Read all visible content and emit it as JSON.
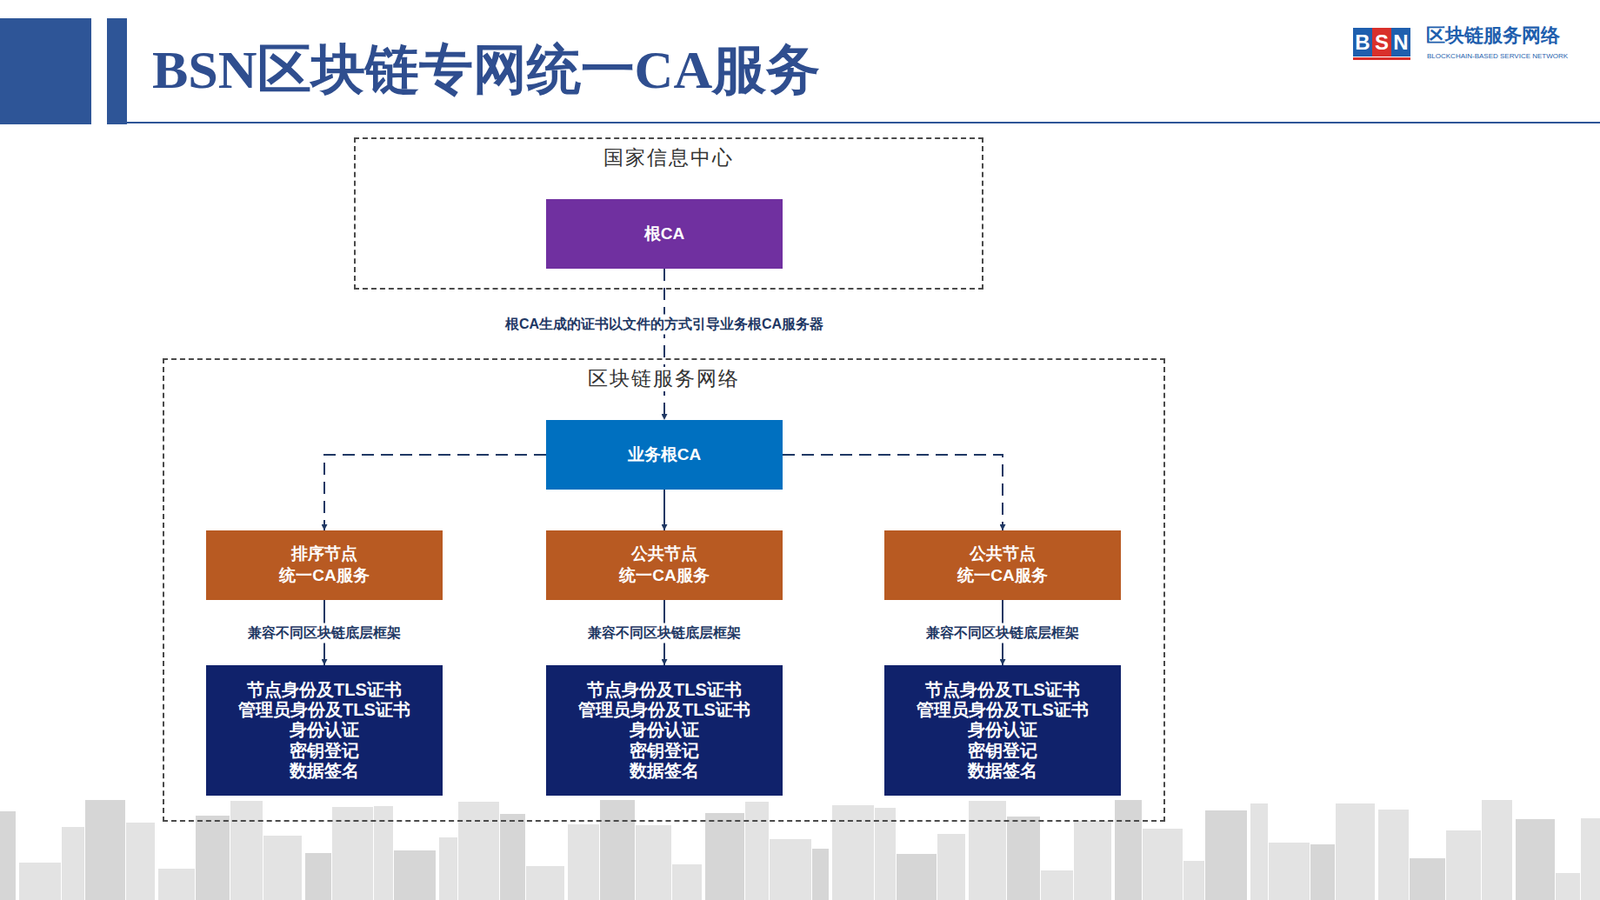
{
  "diagram": {
    "title": "BSN区块链专网统一CA服务",
    "nodes": [
      {
        "text": [
          "国家信息中心"
        ]
      },
      {
        "text": [
          "根CA"
        ],
        "in": 0
      },
      {
        "text": [
          "区块链服务网络"
        ]
      },
      {
        "text": [
          "业务根CA"
        ],
        "in": 2
      },
      {
        "text": [
          "排序节点 统一CA服务"
        ],
        "in": 2
      },
      {
        "text": [
          "公共节点 统一CA服务"
        ],
        "in": 2
      },
      {
        "text": [
          "公共节点 统一CA服务"
        ],
        "in": 2
      },
      {
        "text": [
          "节点身份及TLS证书",
          "管理员身份及TLS证书",
          "身份认证",
          "密钥登记",
          "数据签名"
        ],
        "in": 2
      },
      {
        "text": [
          "节点身份及TLS证书",
          "管理员身份及TLS证书",
          "身份认证",
          "密钥登记",
          "数据签名"
        ],
        "in": 2
      },
      {
        "text": [
          "节点身份及TLS证书",
          "管理员身份及TLS证书",
          "身份认证",
          "密钥登记",
          "数据签名"
        ],
        "in": 2
      }
    ],
    "edges": [
      {
        "from": 1,
        "to": 3,
        "arrow": "to",
        "label": "根CA生成的证书以文件的方式引导业务根CA服务器"
      },
      {
        "from": 3,
        "to": 4,
        "arrow": "to"
      },
      {
        "from": 3,
        "to": 5,
        "arrow": "to"
      },
      {
        "from": 3,
        "to": 6,
        "arrow": "to"
      },
      {
        "from": 4,
        "to": 7,
        "arrow": "to",
        "label": "兼容不同区块链底层框架"
      },
      {
        "from": 5,
        "to": 8,
        "arrow": "to",
        "label": "兼容不同区块链底层框架"
      },
      {
        "from": 6,
        "to": 9,
        "arrow": "to",
        "label": "兼容不同区块链底层框架"
      }
    ],
    "labels": [
      "B",
      "S",
      "N",
      "区块链服务网络",
      "BLOCKCHAIN-BASED SERVICE NETWORK"
    ]
  }
}
